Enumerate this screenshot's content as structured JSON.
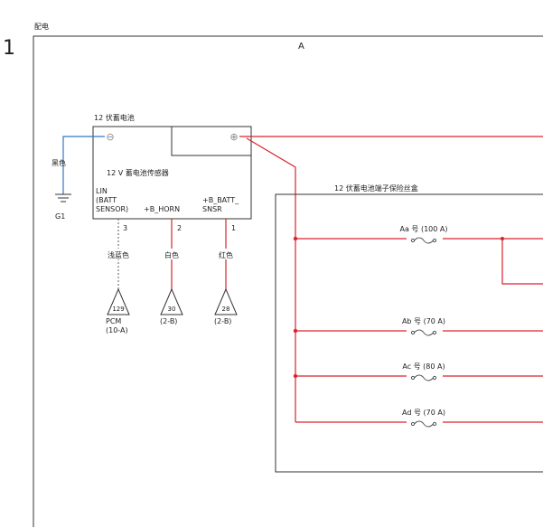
{
  "page": {
    "number": "1",
    "section_title": "配电",
    "zone_label": "A"
  },
  "battery": {
    "label": "12 伏蓄电池",
    "negative_symbol": "⊖",
    "positive_symbol": "⊕",
    "sensor_label": "12 V 蓄电池传感器"
  },
  "ground": {
    "wire_color_label": "黑色",
    "name": "G1"
  },
  "connector_pins": [
    {
      "label_lines": [
        "LIN",
        "(BATT",
        "SENSOR)"
      ],
      "pin": "3",
      "wire_color": "浅蓝色",
      "terminal": "129",
      "dest_lines": [
        "PCM",
        "(10-A)"
      ]
    },
    {
      "label_lines": [
        "+B_HORN"
      ],
      "pin": "2",
      "wire_color": "白色",
      "terminal": "30",
      "dest_lines": [
        "(2-B)"
      ]
    },
    {
      "label_lines": [
        "+B_BATT_",
        "SNSR"
      ],
      "pin": "1",
      "wire_color": "红色",
      "terminal": "28",
      "dest_lines": [
        "(2-B)"
      ]
    }
  ],
  "fuse_box": {
    "title": "12 伏蓄电池端子保险丝盒",
    "fuses": [
      {
        "label": "Aa 号 (100 A)"
      },
      {
        "label": "Ab 号 (70 A)"
      },
      {
        "label": "Ac 号 (80 A)"
      },
      {
        "label": "Ad 号 (70 A)"
      }
    ]
  },
  "colors": {
    "power_wire": "#d9232e",
    "ground_wire": "#2f77c4",
    "lin_wire": "#777777",
    "line": "#333333"
  }
}
